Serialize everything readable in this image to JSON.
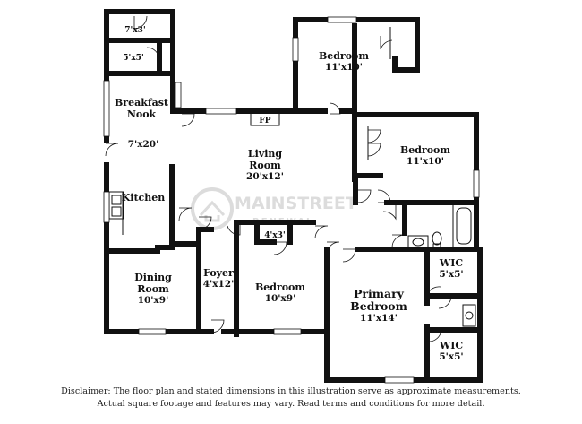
{
  "rooms": {
    "closet_top": "7'x3'",
    "pantry": "5'x5'",
    "breakfast_name_1": "Breakfast",
    "breakfast_name_2": "Nook",
    "kitchen_dim": "7'x20'",
    "kitchen_name": "Kitchen",
    "fireplace": "FP",
    "living_name_1": "Living",
    "living_name_2": "Room",
    "living_dim": "20'x12'",
    "bedroom_top_name": "Bedroom",
    "bedroom_top_dim": "11'x10'",
    "bedroom_right_name": "Bedroom",
    "bedroom_right_dim": "11'x10'",
    "closet_hall": "4'x3'",
    "dining_name_1": "Dining",
    "dining_name_2": "Room",
    "dining_dim": "10'x9'",
    "foyer_name": "Foyer",
    "foyer_dim": "4'x12'",
    "bedroom_mid_name": "Bedroom",
    "bedroom_mid_dim": "10'x9'",
    "primary_name_1": "Primary",
    "primary_name_2": "Bedroom",
    "primary_dim": "11'x14'",
    "wic_1_name": "WIC",
    "wic_1_dim": "5'x5'",
    "wic_2_name": "WIC",
    "wic_2_dim": "5'x5'"
  },
  "watermark": {
    "brand": "MAINSTREET",
    "sub": "RENEWAL"
  },
  "disclaimer": {
    "line1": "Disclaimer: The floor plan and stated dimensions in this illustration serve as approximate measurements.",
    "line2": "Actual square footage and features may vary. Read terms and conditions for more detail."
  },
  "colors": {
    "wall": "#111111",
    "watermark": "#d6d6d6",
    "background": "#ffffff"
  }
}
